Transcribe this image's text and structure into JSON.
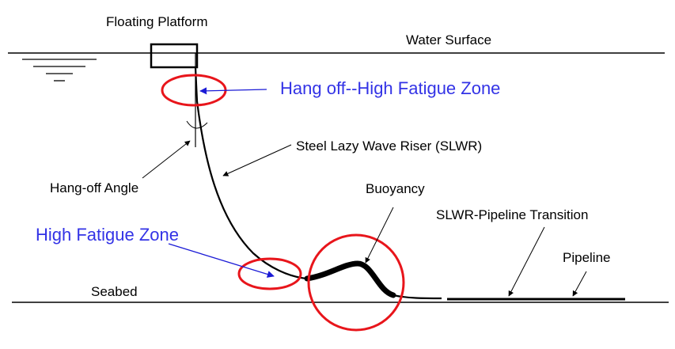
{
  "labels": {
    "floating_platform": "Floating Platform",
    "water_surface": "Water Surface",
    "hang_off_zone": "Hang off--High Fatigue Zone",
    "riser": "Steel Lazy Wave Riser (SLWR)",
    "hang_off_angle": "Hang-off Angle",
    "buoyancy": "Buoyancy",
    "transition": "SLWR-Pipeline Transition",
    "high_fatigue_zone": "High Fatigue Zone",
    "pipeline": "Pipeline",
    "seabed": "Seabed"
  },
  "colors": {
    "line": "#000000",
    "highlight": "#e8151b",
    "accent_text": "#3333e6",
    "arrow_blue": "#1b1bd6",
    "background": "#ffffff"
  }
}
